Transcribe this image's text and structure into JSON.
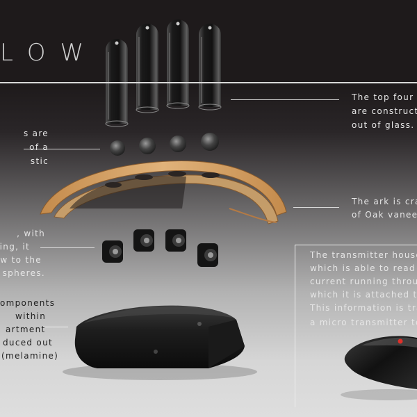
{
  "title": "LOW",
  "callouts": {
    "glass_tubes": [
      "The top four c",
      "are constructe",
      "out of glass."
    ],
    "spheres": [
      "s are",
      "of a",
      "stic"
    ],
    "ark": [
      "The ark is craf",
      "of Oak vaneer"
    ],
    "speakers": [
      ", with",
      "ating, it",
      "w to the",
      "e spheres."
    ],
    "components": [
      "omponents",
      "within",
      "artment",
      "duced out",
      "(melamine)"
    ],
    "transmitter": [
      "The transmitter houses",
      "which is able to read th",
      "current running through",
      "which it is attached to.",
      "This information is tran",
      "a micro transmitter to F"
    ]
  },
  "colors": {
    "background_top": "#1e1a1b",
    "background_bottom": "#dedede",
    "wood": "#d9a66a",
    "indicator": "#e0302a"
  }
}
